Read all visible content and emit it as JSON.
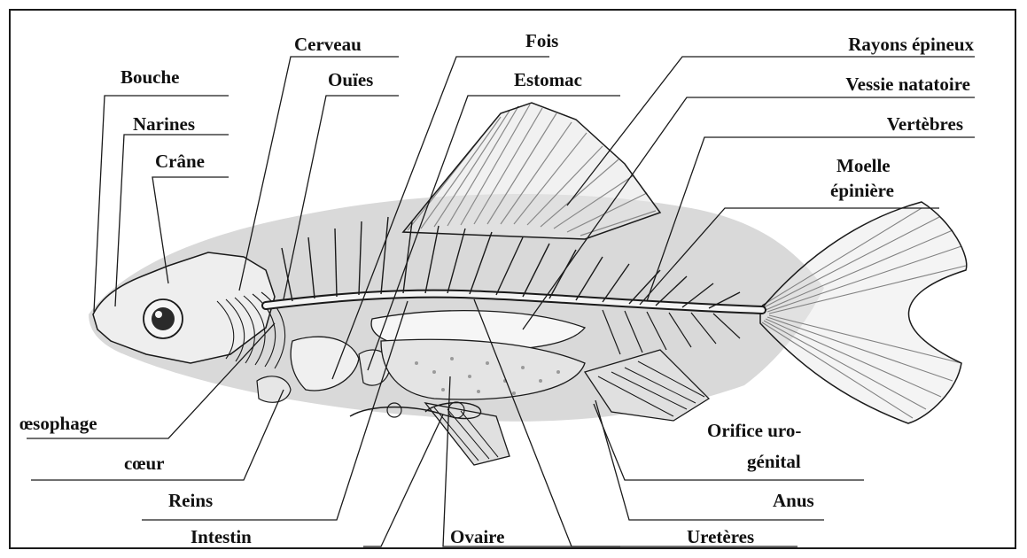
{
  "labels": {
    "bouche": "Bouche",
    "narines": "Narines",
    "crane": "Crâne",
    "cerveau": "Cerveau",
    "ouies": "Ouïes",
    "fois": "Fois",
    "estomac": "Estomac",
    "rayons": "Rayons épineux",
    "vessie": "Vessie natatoire",
    "vertebres": "Vertèbres",
    "moelle_1": "Moelle",
    "moelle_2": "épinière",
    "oesophage": "œsophage",
    "coeur": "cœur",
    "reins": "Reins",
    "intestin": "Intestin",
    "ovaire": "Ovaire",
    "ureteres": "Uretères",
    "orifice_1": "Orifice uro-",
    "orifice_2": "génital",
    "anus": "Anus"
  },
  "colors": {
    "body_shade": "#d9d9d9",
    "line": "#1a1a1a",
    "bone": "#f4f4f4",
    "organ": "#ececec"
  }
}
